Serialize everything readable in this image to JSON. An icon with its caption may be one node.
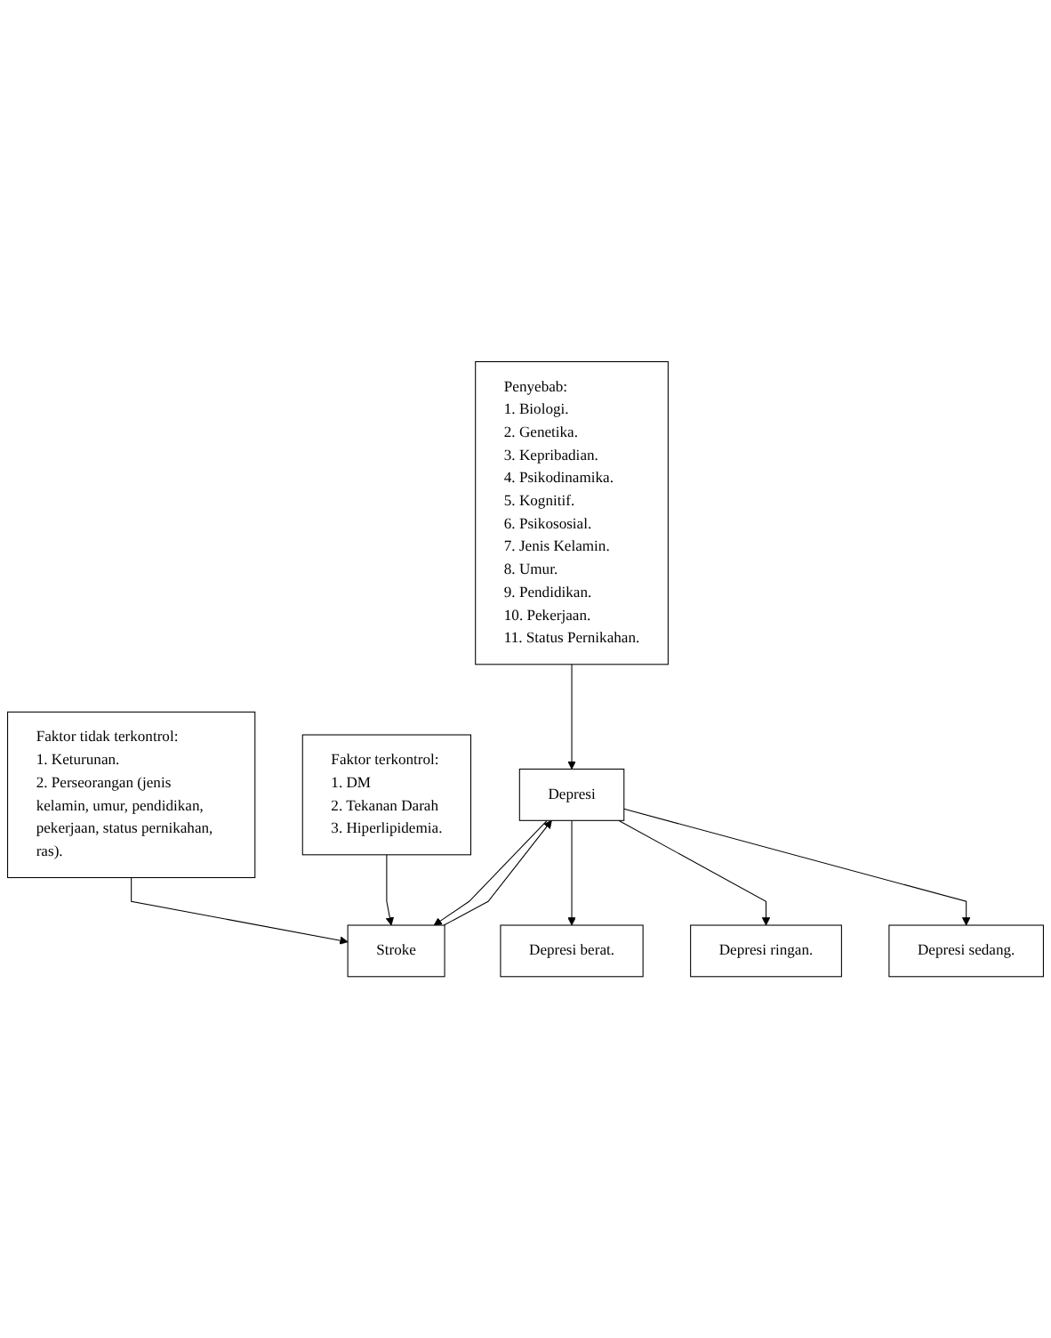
{
  "diagram": {
    "nodes": [
      {
        "text": [
          "Faktor tidak terkontrol:",
          "1. Keturunan.",
          "2. Perseorangan (jenis kelamin, umur, pendidikan, pekerjaan, status pernikahan, ras)."
        ]
      },
      {
        "text": [
          "Faktor terkontrol:",
          "1. DM",
          "2. Tekanan Darah",
          "3. Hiperlipidemia."
        ]
      },
      {
        "text": [
          "Penyebab:",
          "1. Biologi.",
          "2. Genetika.",
          "3. Kepribadian.",
          "4. Psikodinamika.",
          "5. Kognitif.",
          "6. Psikososial.",
          "7. Jenis Kelamin.",
          "8. Umur.",
          "9. Pendidikan.",
          "10. Pekerjaan.",
          "11. Status Pernikahan."
        ]
      },
      {
        "text": [
          "Stroke"
        ]
      },
      {
        "text": [
          "Depresi"
        ]
      },
      {
        "text": [
          "Depresi berat."
        ]
      },
      {
        "text": [
          "Depresi ringan."
        ]
      },
      {
        "text": [
          "Depresi sedang."
        ]
      }
    ],
    "edges": [
      {
        "from": 0,
        "to": 3,
        "arrow": "to"
      },
      {
        "from": 1,
        "to": 3,
        "arrow": "to"
      },
      {
        "from": 2,
        "to": 4,
        "arrow": "to"
      },
      {
        "from": 3,
        "to": 4,
        "arrow": "to"
      },
      {
        "from": 4,
        "to": 3,
        "arrow": "to"
      },
      {
        "from": 4,
        "to": 5,
        "arrow": "to"
      },
      {
        "from": 4,
        "to": 6,
        "arrow": "to"
      },
      {
        "from": 4,
        "to": 7,
        "arrow": "to"
      }
    ]
  }
}
